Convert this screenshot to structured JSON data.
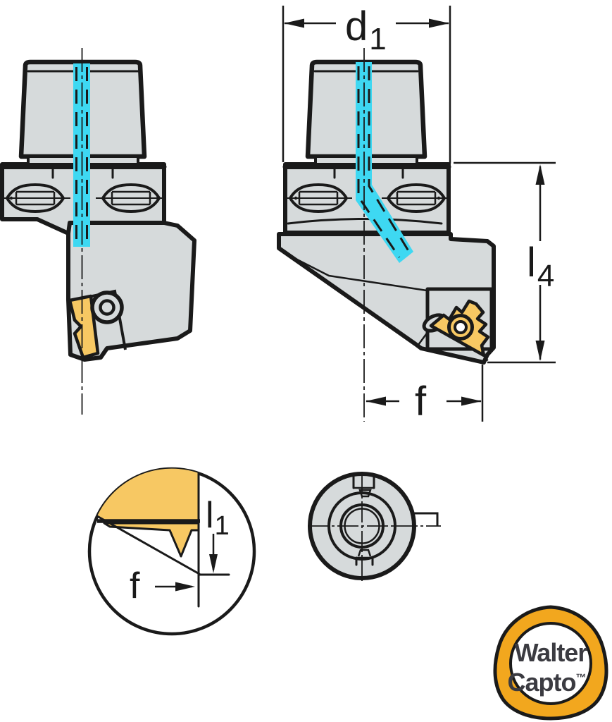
{
  "title": "Walter Capto threading tool holder technical drawing",
  "colors": {
    "body_gray": "#d6dadb",
    "outline": "#1a1a1a",
    "coolant_cyan": "#3ed8f2",
    "insert_yellow": "#f7c863",
    "logo_yellow": "#f2a71e",
    "logo_text": "#3b3b41",
    "paper": "#ffffff"
  },
  "views": {
    "side_view": {
      "name": "side view with coolant channel"
    },
    "front_view": {
      "name": "front view with threading insert"
    },
    "detail_view": {
      "name": "cutting edge detail circle"
    },
    "end_view": {
      "name": "coupling end view"
    }
  },
  "dimensions": {
    "d1": {
      "base": "d",
      "sub": "1"
    },
    "l4": {
      "base": "l",
      "sub": "4"
    },
    "f_front": {
      "base": "f"
    },
    "l1": {
      "base": "l",
      "sub": "1"
    },
    "f_detail": {
      "base": "f"
    }
  },
  "logo": {
    "line1": "Walter",
    "line2": "Capto",
    "trademark": "™"
  }
}
